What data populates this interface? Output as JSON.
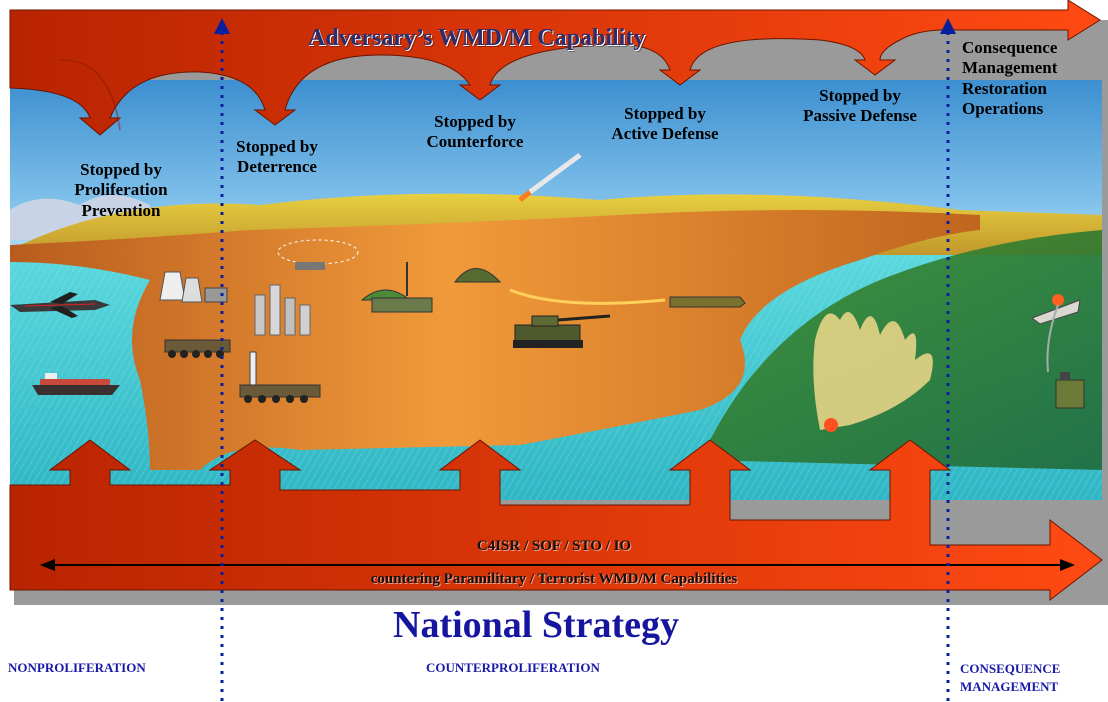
{
  "diagram": {
    "title": "Adversary’s WMD/M Capability",
    "stops": [
      "Stopped by\nProliferation\nPrevention",
      "Stopped by\nDeterrence",
      "Stopped by\nCounterforce",
      "Stopped by\nActive Defense",
      "Stopped by\nPassive Defense"
    ],
    "consequence_text": "Consequence\nManagement\nRestoration\nOperations",
    "bottom_band": {
      "line1": "C4ISR / SOF / STO / IO",
      "line2": "countering Paramilitary / Terrorist WMD/M Capabilities"
    },
    "strategy_title": "National Strategy",
    "phases": {
      "nonproliferation": "NONPROLIFERATION",
      "counterproliferation": "COUNTERPROLIFERATION",
      "consequence_management": "CONSEQUENCE\nMANAGEMENT"
    },
    "colors": {
      "arrow_dark": "#c02a00",
      "arrow_light": "#ff4a10",
      "sky": "#4a9fd8",
      "water": "#40c8d2",
      "land": "#d4782a",
      "hills": "#c8b030",
      "text_blue": "#1515a0"
    }
  }
}
